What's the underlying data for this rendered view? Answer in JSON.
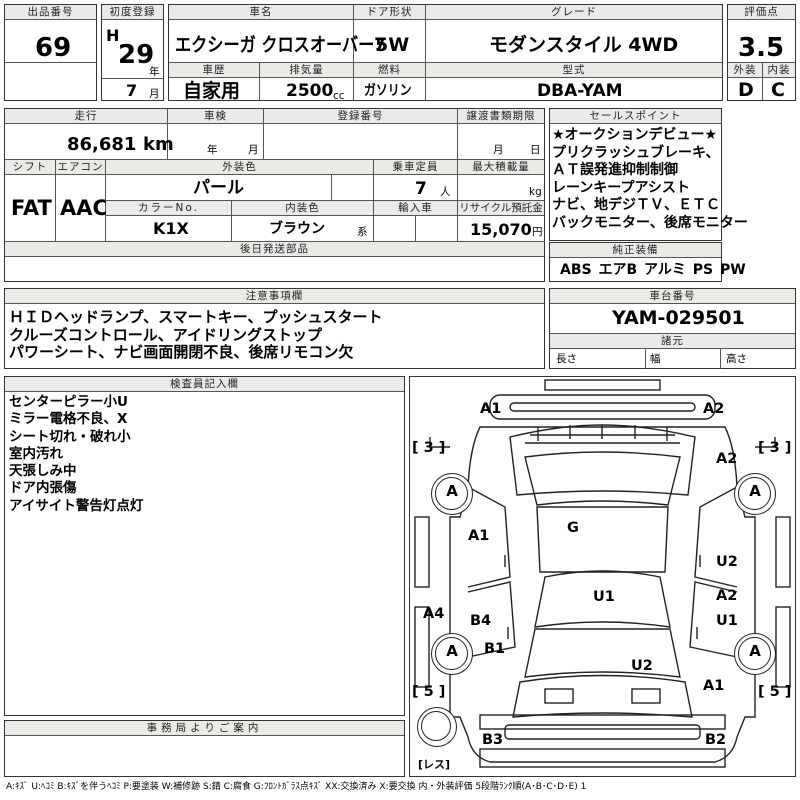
{
  "lot": {
    "label": "出品番号",
    "value": "69"
  },
  "first_reg": {
    "label": "初度登録",
    "era": "H",
    "year": "29",
    "year_unit": "年",
    "month": "7",
    "month_unit": "月"
  },
  "car_name": {
    "label": "車名",
    "value": "エクシーガ クロスオーバー7"
  },
  "door": {
    "label": "ドア形状",
    "value": "5W"
  },
  "grade": {
    "label": "グレード",
    "value": "モダンスタイル 4WD"
  },
  "score": {
    "label": "評価点",
    "value": "3.5"
  },
  "history": {
    "label": "車歴",
    "value": "自家用"
  },
  "displacement": {
    "label": "排気量",
    "value": "2500",
    "unit": "cc"
  },
  "fuel": {
    "label": "燃料",
    "value": "ガソリン"
  },
  "model": {
    "label": "型式",
    "value": "DBA-YAM"
  },
  "exterior": {
    "label": "外装",
    "value": "D"
  },
  "interior": {
    "label": "内装",
    "value": "C"
  },
  "mileage": {
    "label": "走行",
    "value": "86,681",
    "unit": "km"
  },
  "inspection": {
    "label": "車検",
    "year_unit": "年",
    "month_unit": "月"
  },
  "reg_no": {
    "label": "登録番号"
  },
  "transfer": {
    "label": "譲渡書類期限",
    "month_unit": "月",
    "day_unit": "日"
  },
  "shift": {
    "label": "シフト",
    "value": "FAT"
  },
  "aircon": {
    "label": "エアコン",
    "value": "AAC"
  },
  "ext_color": {
    "label": "外装色",
    "value": "パール"
  },
  "capacity": {
    "label": "乗車定員",
    "value": "7",
    "unit": "人"
  },
  "max_load": {
    "label": "最大積載量",
    "unit": "kg"
  },
  "color_no": {
    "label": "カラーNo.",
    "value": "K1X"
  },
  "int_color": {
    "label": "内装色",
    "value": "ブラウン",
    "suffix": "系"
  },
  "import": {
    "label": "輸入車"
  },
  "recycle": {
    "label": "リサイクル預託金",
    "value": "15,070",
    "unit": "円"
  },
  "later_parts": {
    "label": "後日発送部品"
  },
  "sales_points": {
    "label": "セールスポイント",
    "lines": [
      "★オークションデビュー★",
      "プリクラッシュブレーキ、",
      "ＡＴ誤発進抑制制御",
      "レーンキープアシスト",
      "ナビ、地デジＴＶ、ＥＴＣ",
      "バックモニター、後席モニター"
    ]
  },
  "equipment": {
    "label": "純正装備",
    "items": [
      "ABS",
      "エアB",
      "アルミ",
      "PS",
      "PW"
    ]
  },
  "notes": {
    "label": "注意事項欄",
    "lines": [
      "ＨＩＤヘッドランプ、スマートキー、プッシュスタート",
      "クルーズコントロール、アイドリングストップ",
      "パワーシート、ナビ画面開閉不良、後席リモコン欠"
    ]
  },
  "chassis": {
    "label": "車台番号",
    "value": "YAM-029501"
  },
  "specs": {
    "label": "諸元",
    "length": "長さ",
    "width": "幅",
    "height": "高さ"
  },
  "inspector": {
    "label": "検査員記入欄",
    "lines": [
      "センターピラー小U",
      "ミラー電格不良、X",
      "シート切れ・破れ小",
      "室内汚れ",
      "天張しみ中",
      "ドア内張傷",
      "アイサイト警告灯点灯"
    ]
  },
  "office": {
    "label": "事務局よりご案内"
  },
  "diagram": {
    "brackets": [
      "[ 3 ]",
      "[ 3 ]",
      "[ 5 ]",
      "[ 5 ]"
    ],
    "spare_label": "[レス]",
    "tire_label": "A",
    "labels": {
      "front_left": "A1",
      "front_right": "A2",
      "front_right_fender": "A2",
      "door_front_left": "A1",
      "door_front_right": "U2",
      "roof": "G",
      "interior_center": "U1",
      "door_rear_right_1": "A2",
      "door_rear_right_2": "U1",
      "left_side": "A4",
      "rear_left_door": "B4",
      "rear_left_fender": "B1",
      "rear_center": "U2",
      "rear_right_fender": "A1",
      "rear_bumper_left": "B3",
      "rear_bumper_right": "B2"
    }
  },
  "legend": "A:ｷｽﾞ U:ﾍｺﾐ B:ｷｽﾞを伴うﾍｺﾐ P:要塗装 W:補修跡 S:錆 C:腐食 G:ﾌﾛﾝﾄｶﾞﾗｽ点ｷｽﾞ XX:交換済み X:要交換 内・外装評価 5段階ﾗﾝｸ順(A･B･C･D･E) 1"
}
